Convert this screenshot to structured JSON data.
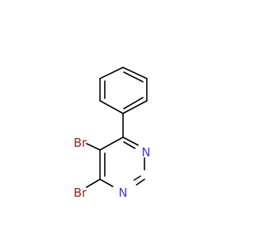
{
  "molecule": {
    "atoms": {
      "br_top": {
        "label": "Br"
      },
      "br_bottom": {
        "label": "Br"
      },
      "n_right": {
        "label": "N"
      },
      "n_bottom": {
        "label": "N"
      }
    }
  },
  "colors": {
    "bond": "#000000",
    "nitrogen": "#3a3adb",
    "bromine": "#8b2a1b",
    "background": "#ffffff"
  }
}
